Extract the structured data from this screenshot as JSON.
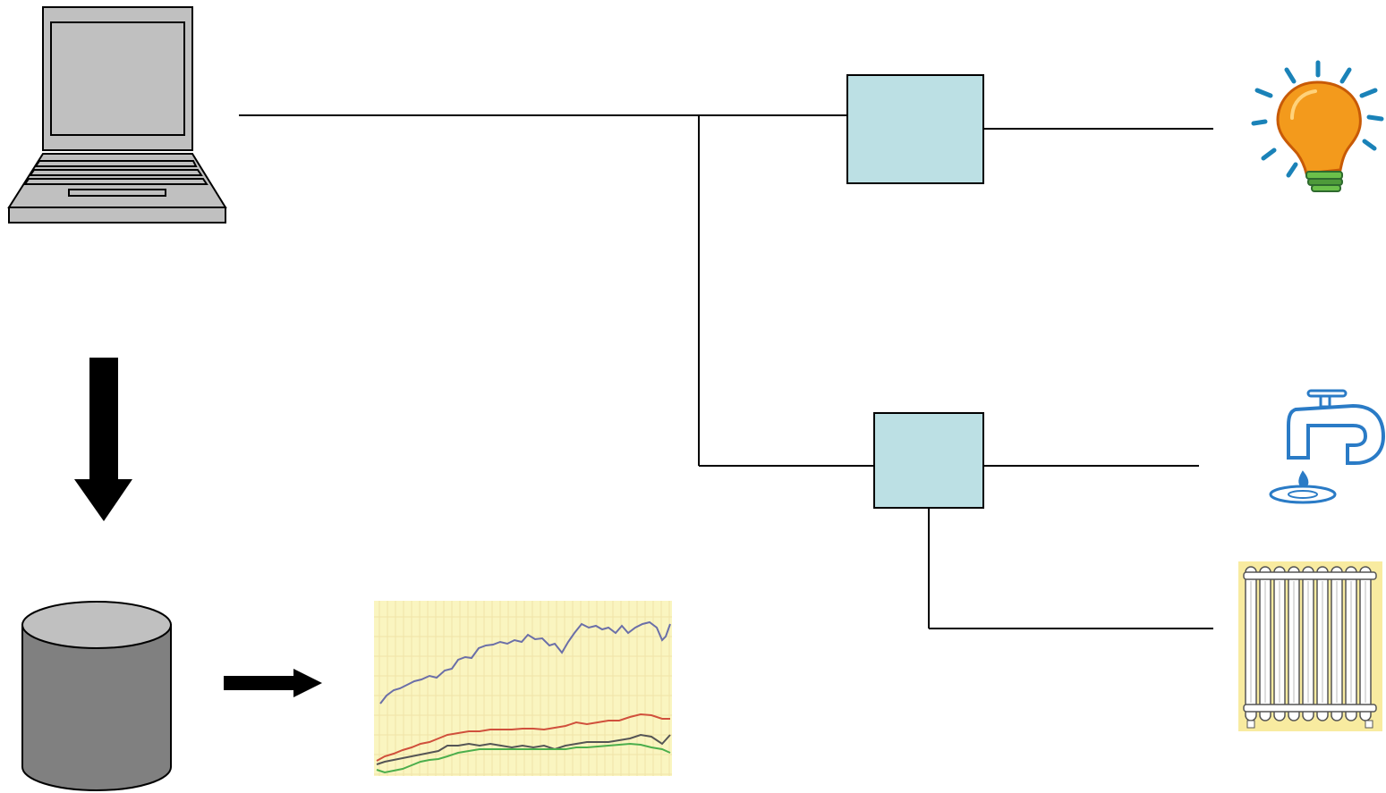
{
  "diagram": {
    "nodes": [
      {
        "id": "computer",
        "icon": "laptop-icon"
      },
      {
        "id": "database",
        "icon": "database-cylinder-icon"
      },
      {
        "id": "trend-chart",
        "icon": "line-chart-thumbnail"
      },
      {
        "id": "controller-1",
        "icon": "controller-box"
      },
      {
        "id": "controller-2",
        "icon": "controller-box"
      },
      {
        "id": "lighting",
        "icon": "lightbulb-icon"
      },
      {
        "id": "water",
        "icon": "water-tap-icon"
      },
      {
        "id": "heating",
        "icon": "radiator-icon"
      }
    ],
    "edges": [
      {
        "from": "computer",
        "to": "controller-1"
      },
      {
        "from": "computer",
        "to": "controller-2"
      },
      {
        "from": "controller-1",
        "to": "lighting"
      },
      {
        "from": "controller-2",
        "to": "water"
      },
      {
        "from": "controller-2",
        "to": "heating"
      },
      {
        "from": "computer",
        "to": "database",
        "style": "arrow"
      },
      {
        "from": "database",
        "to": "trend-chart",
        "style": "arrow"
      }
    ],
    "colors": {
      "controller_fill": "#bce0e4",
      "line": "#000000",
      "laptop_fill": "#c0c0c0",
      "database_fill": "#808080",
      "database_top": "#c0c0c0",
      "chart_bg": "#faf5c0",
      "series_blue": "#6b6fa8",
      "series_red": "#d0503c",
      "series_dark": "#555555",
      "series_green": "#4cae4c",
      "bulb_orange": "#f39a1c",
      "tap_blue": "#2a7bc6",
      "radiator_bg": "#f8eba0"
    }
  }
}
